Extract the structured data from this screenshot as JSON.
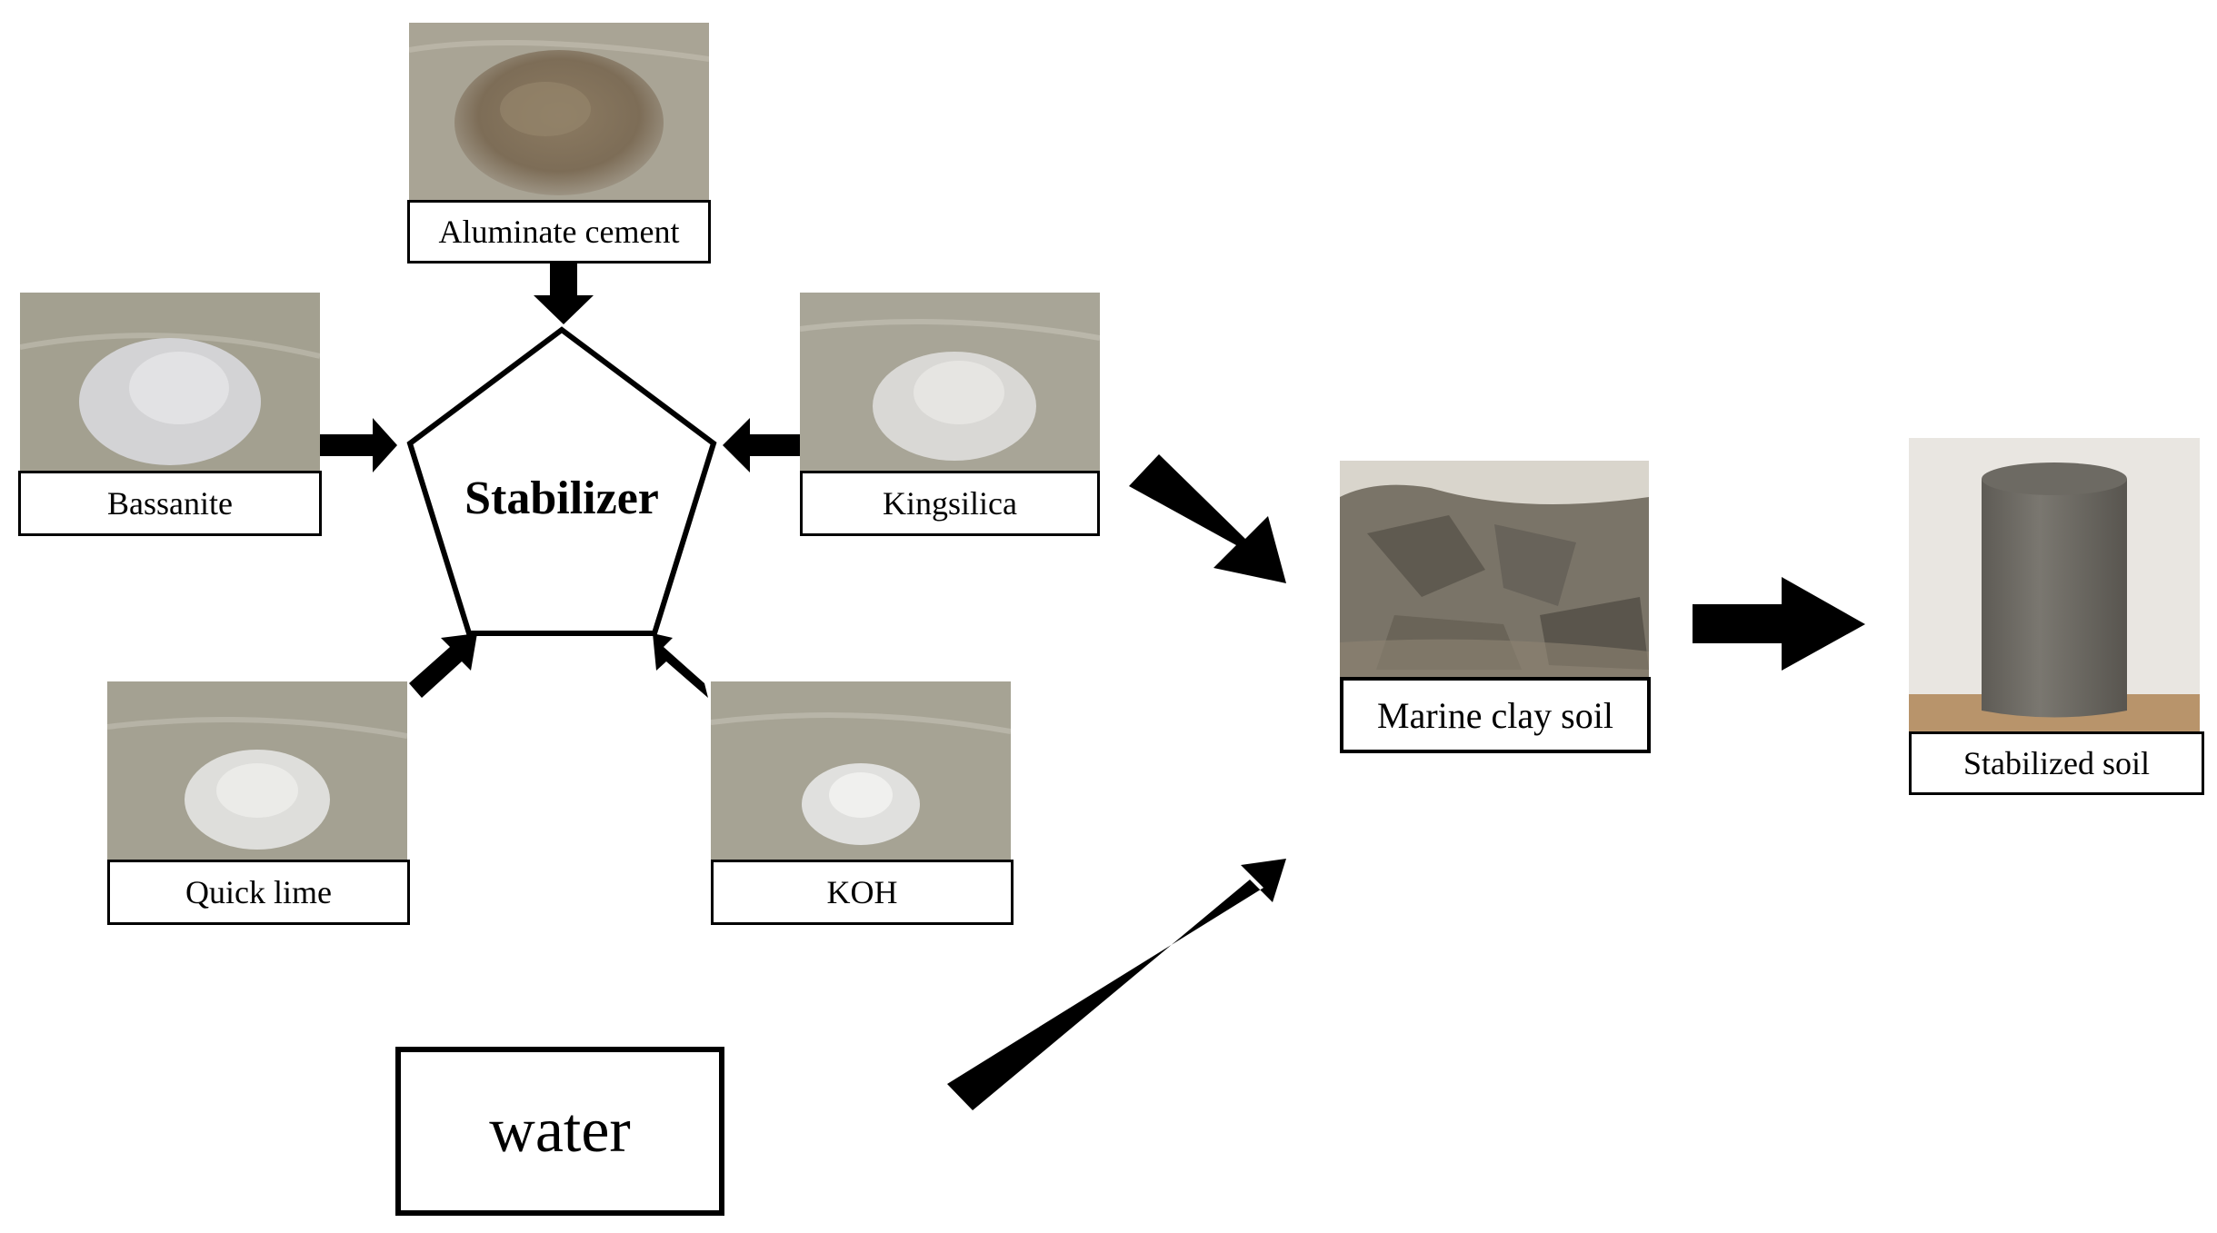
{
  "stabilizer": {
    "label": "Stabilizer"
  },
  "materials": {
    "aluminate_cement": "Aluminate cement",
    "bassanite": "Bassanite",
    "kingsilica": "Kingsilica",
    "quick_lime": "Quick lime",
    "koh": "KOH"
  },
  "water": {
    "label": "water"
  },
  "marine_clay": {
    "label": "Marine clay soil"
  },
  "stabilized_soil": {
    "label": "Stabilized soil"
  },
  "colors": {
    "outline": "#000000",
    "bag_background": "#a8a393",
    "cement_powder": "#8a7a63",
    "white_powder": "#dddcd9",
    "clay": "#6f6a5e",
    "cylinder": "#74716a",
    "wall": "#e9e6e1",
    "table": "#b8946b"
  }
}
